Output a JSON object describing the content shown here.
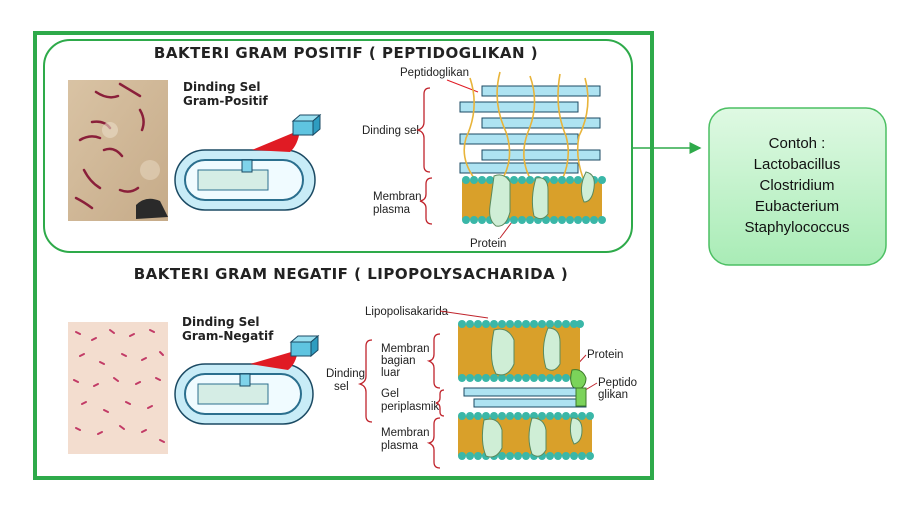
{
  "positive": {
    "title": "BAKTERI GRAM POSITIF ( PEPTIDOGLIKAN )",
    "cell_label_line1": "Dinding Sel",
    "cell_label_line2": "Gram-Positif",
    "label_peptidoglikan": "Peptidoglikan",
    "label_dinding_sel": "Dinding sel",
    "label_membran": "Membran",
    "label_plasma": "plasma",
    "label_protein": "Protein"
  },
  "negative": {
    "title": "BAKTERI GRAM NEGATIF ( LIPOPOLYSACHARIDA )",
    "cell_label_line1": "Dinding Sel",
    "cell_label_line2": "Gram-Negatif",
    "label_lipopolisakarida": "Lipopolisakarida",
    "label_dinding": "Dinding",
    "label_sel": "sel",
    "label_membran_luar_1": "Membran",
    "label_membran_luar_2": "bagian",
    "label_membran_luar_3": "luar",
    "label_gel_1": "Gel",
    "label_gel_2": "periplasmik",
    "label_membran_plasma_1": "Membran",
    "label_membran_plasma_2": "plasma",
    "label_protein": "Protein",
    "label_peptido_1": "Peptido",
    "label_peptido_2": "glikan"
  },
  "examples": {
    "heading": "Contoh :",
    "items": [
      "Lactobacillus",
      "Clostridium",
      "Eubacterium",
      "Staphylococcus"
    ]
  },
  "colors": {
    "frame_green": "#2eaa4a",
    "example_fill": "#c6f3cf",
    "cell_blue": "#aee3f2",
    "accent_red": "#e01b24",
    "lipid_head": "#3ab7a8",
    "lipid_tail": "#d9a02a"
  }
}
